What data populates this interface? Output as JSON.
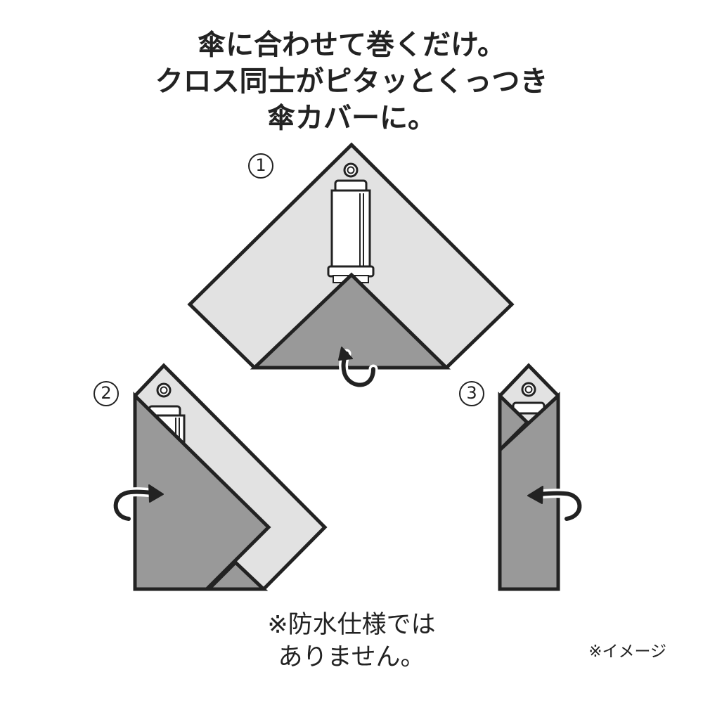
{
  "headline": {
    "line1": "傘に合わせて巻くだけ。",
    "line2": "クロス同士がピタッとくっつき",
    "line3": "傘カバーに。"
  },
  "steps": [
    {
      "number": "1"
    },
    {
      "number": "2"
    },
    {
      "number": "3"
    }
  ],
  "note": {
    "line1": "※防水仕様では",
    "line2": "ありません。"
  },
  "image_note": "※イメージ",
  "colors": {
    "light_cloth": "#e2e2e2",
    "dark_cloth": "#999999",
    "outline": "#222222",
    "umbrella": "#ffffff"
  },
  "icons": [
    "fold-arrow-icon",
    "grommet-icon"
  ]
}
